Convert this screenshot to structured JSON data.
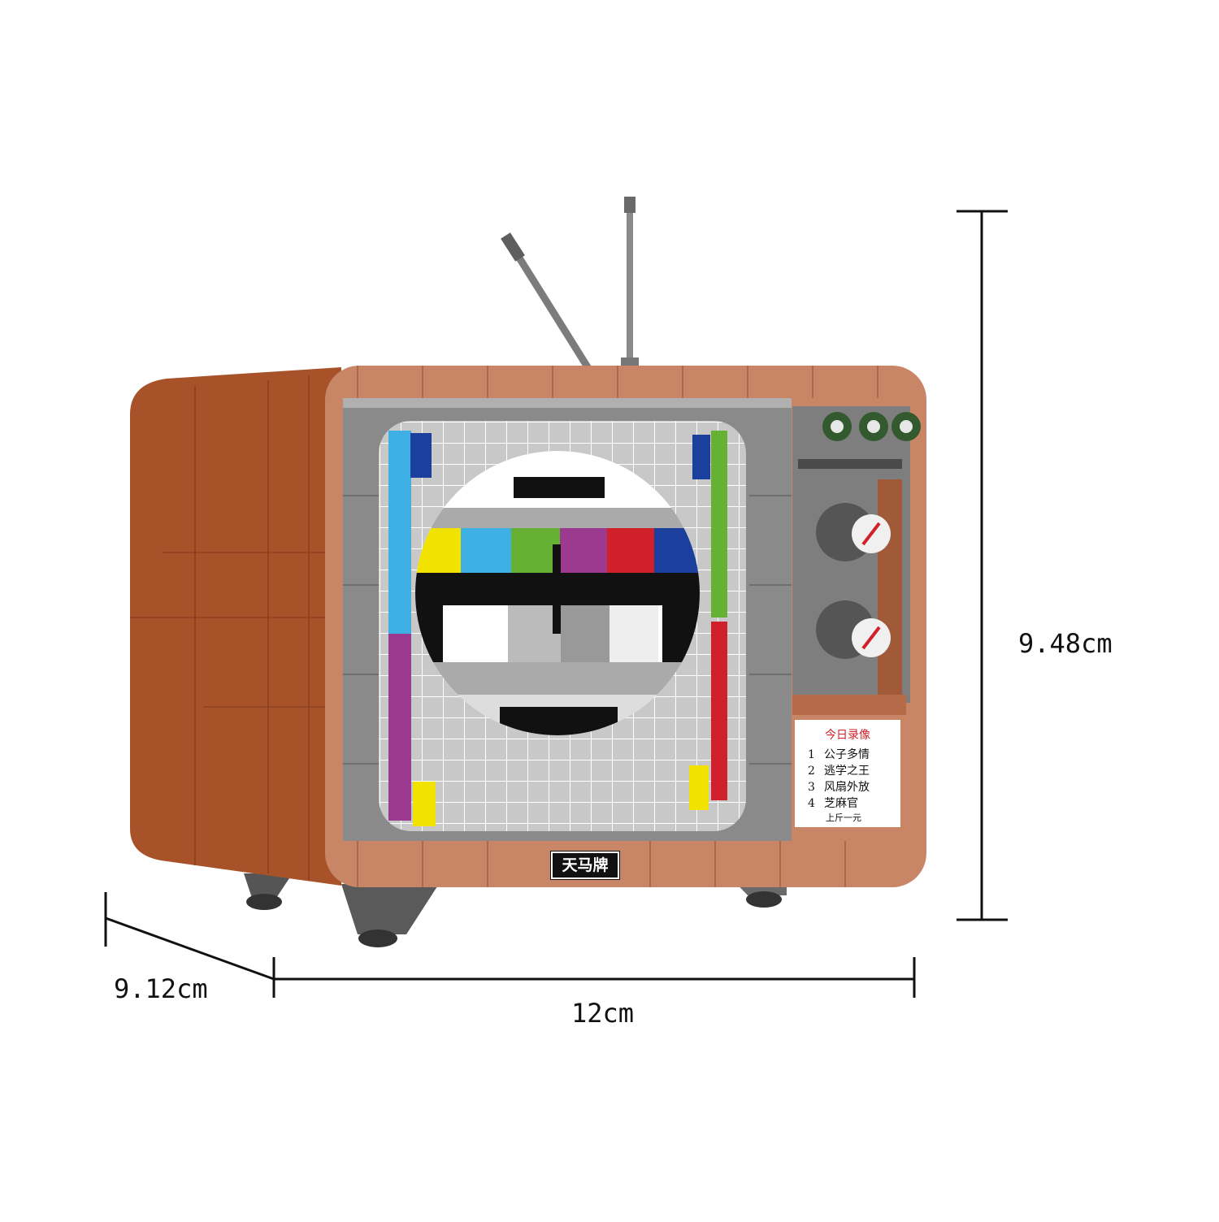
{
  "dimensions": {
    "height": "9.48cm",
    "width": "12cm",
    "depth": "9.12cm"
  },
  "brand": "天马牌",
  "note": {
    "title": "今日录像",
    "items": [
      {
        "num": "1",
        "text": "公子多情"
      },
      {
        "num": "2",
        "text": "逃学之王"
      },
      {
        "num": "3",
        "text": "风扇外放"
      },
      {
        "num": "4",
        "text": "芝麻官"
      }
    ],
    "subtitle": "上斤一元"
  },
  "colors": {
    "cabinet_front": "#c98666",
    "cabinet_side": "#a8522a",
    "bezel": "#8a8a8a",
    "screen_grid": "#c8c8c8",
    "accent_red": "#d0202a"
  }
}
